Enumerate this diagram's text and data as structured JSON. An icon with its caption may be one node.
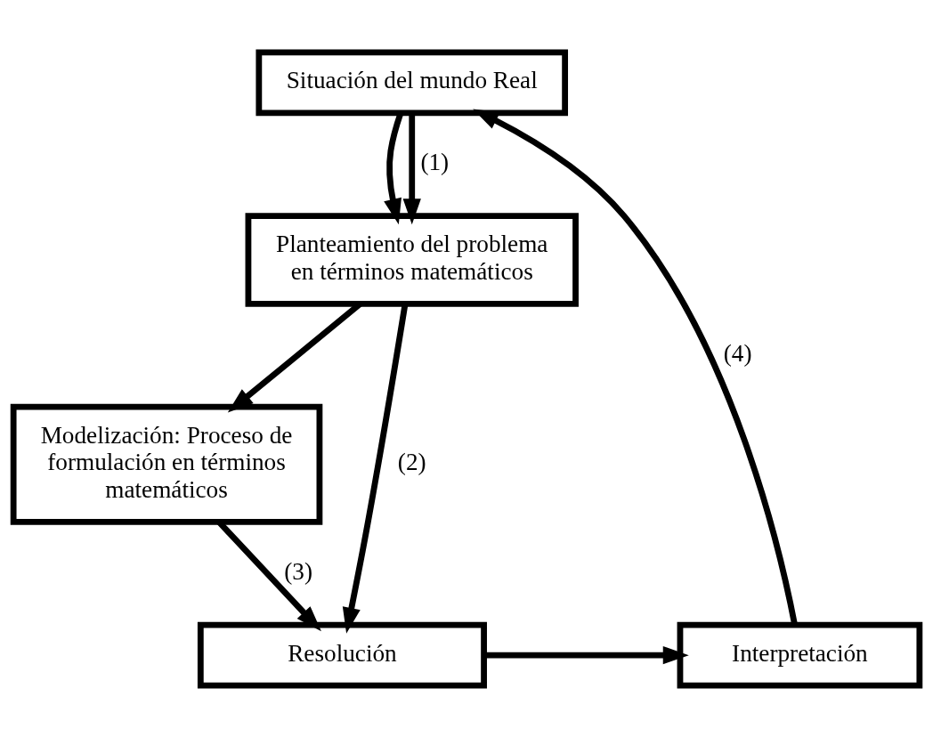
{
  "diagram": {
    "nodes": [
      {
        "text": [
          "Situación del mundo Real"
        ]
      },
      {
        "text": [
          "Planteamiento del problema en términos matemáticos"
        ]
      },
      {
        "text": [
          "Modelización: Proceso de formulación en términos matemáticos"
        ]
      },
      {
        "text": [
          "Resolución"
        ]
      },
      {
        "text": [
          "Interpretación"
        ]
      }
    ],
    "edges": [
      {
        "from": 0,
        "to": 1,
        "arrow": "to"
      },
      {
        "from": 1,
        "to": 2,
        "arrow": "to"
      },
      {
        "from": 2,
        "to": 3,
        "arrow": "to",
        "label": "(3)"
      },
      {
        "from": 3,
        "to": 4,
        "arrow": "to"
      },
      {
        "from": 4,
        "to": 0,
        "arrow": "to",
        "label": "(4)"
      },
      {
        "from": 0,
        "to": 1,
        "arrow": "to",
        "label": "(1)"
      },
      {
        "from": 1,
        "to": 3,
        "arrow": "to",
        "label": "(2)"
      }
    ]
  }
}
